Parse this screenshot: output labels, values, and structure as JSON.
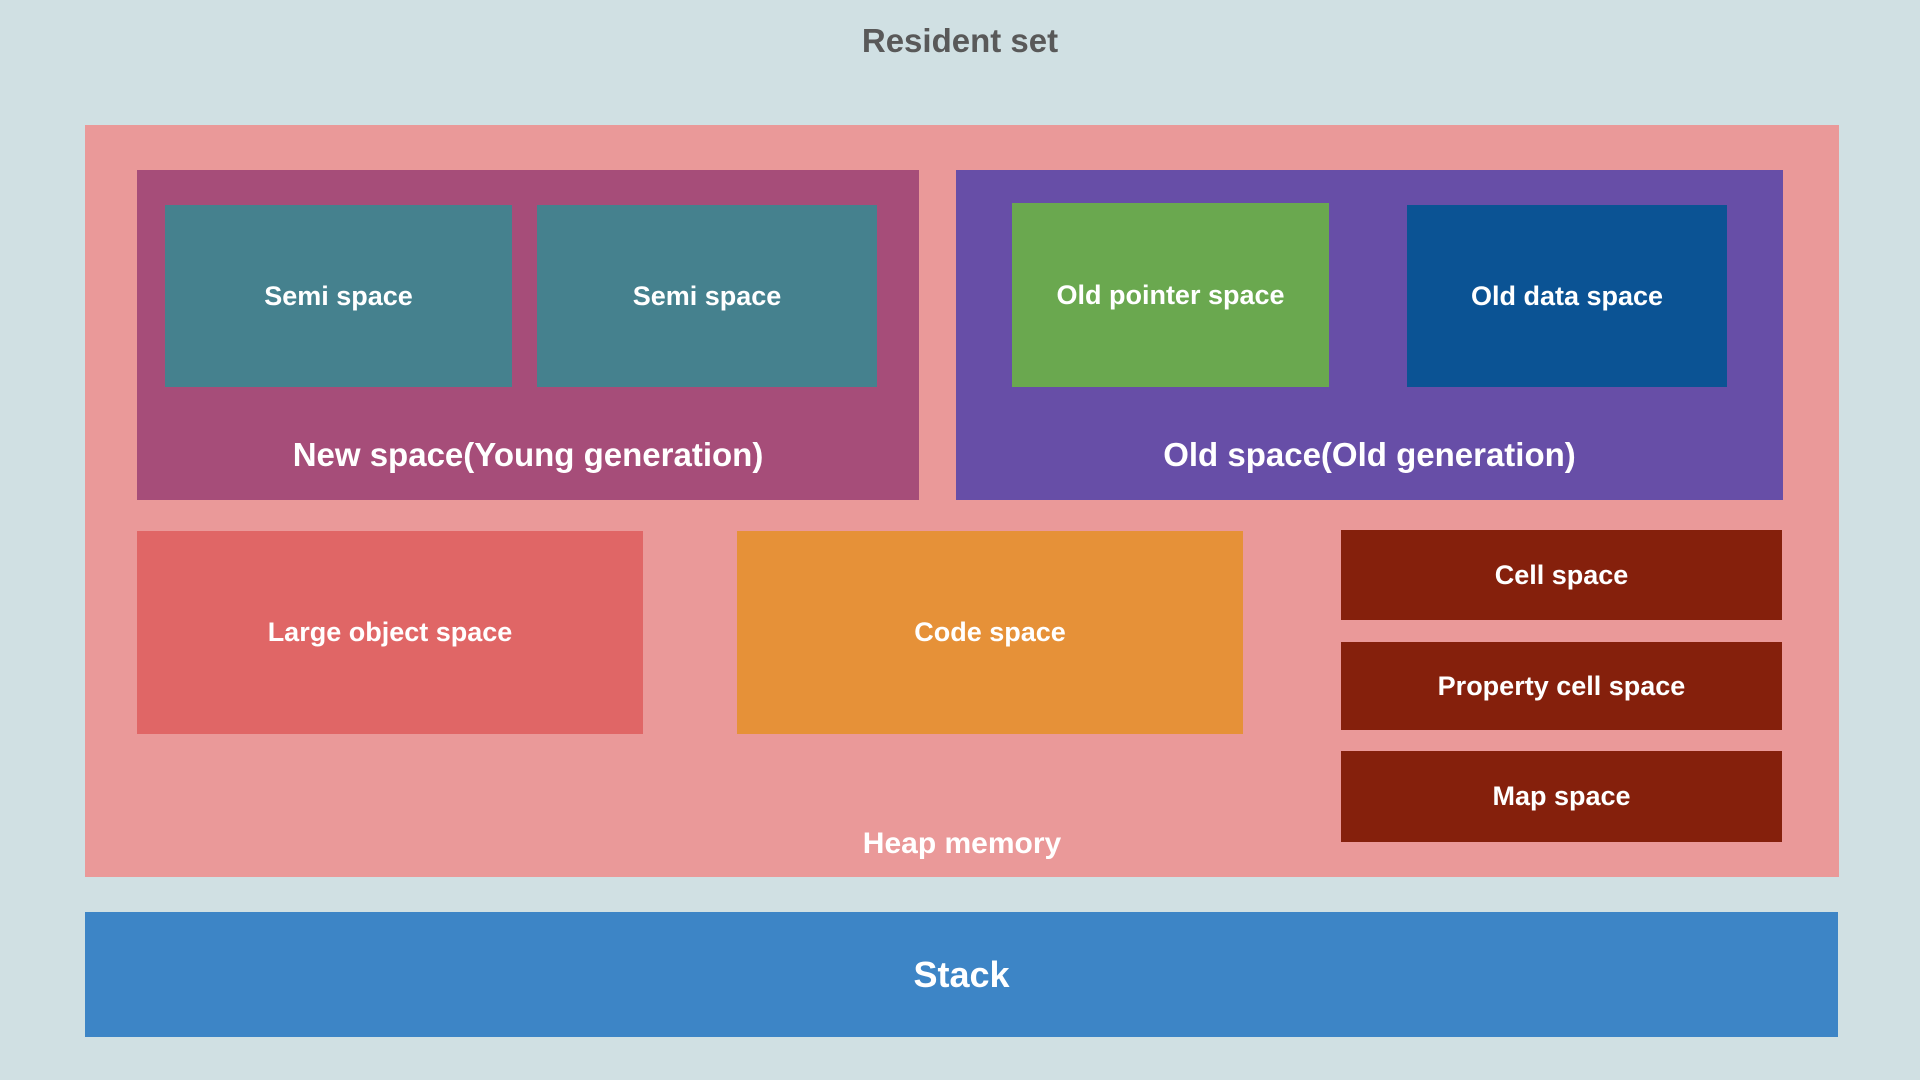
{
  "diagram": {
    "title": "Resident set",
    "heap": {
      "label": "Heap memory",
      "new_space": {
        "label": "New space(Young generation)",
        "semi_spaces": [
          "Semi space",
          "Semi space"
        ]
      },
      "old_space": {
        "label": "Old space(Old generation)",
        "old_pointer_space": "Old pointer space",
        "old_data_space": "Old data space"
      },
      "large_object_space": "Large object space",
      "code_space": "Code space",
      "cell_space": "Cell space",
      "property_cell_space": "Property cell space",
      "map_space": "Map space"
    },
    "stack": {
      "label": "Stack"
    },
    "colors": {
      "background": "#d0e0e3",
      "heap": "#ea9999",
      "new_space": "#a64d79",
      "semi_space": "#45818e",
      "old_space": "#674ea7",
      "old_pointer_space": "#6aa84f",
      "old_data_space": "#0b5394",
      "large_object_space": "#e06666",
      "code_space": "#e69138",
      "small_spaces": "#85200c",
      "stack": "#3d85c6",
      "title_text": "#595959",
      "label_text": "#ffffff"
    }
  }
}
